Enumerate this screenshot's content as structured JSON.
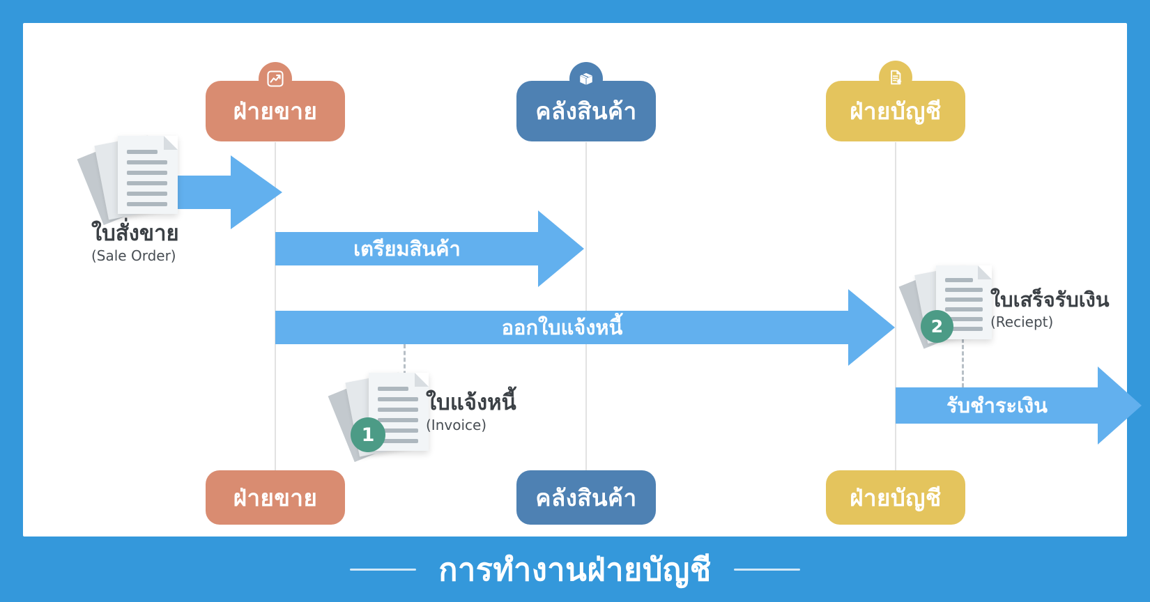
{
  "title": "การทำงานฝ่ายบัญชี",
  "colors": {
    "frame_blue": "#3498DB",
    "canvas_white": "#FFFFFF",
    "lane_sales": "#D98C71",
    "lane_warehouse": "#4E81B3",
    "lane_accounting": "#E4C45D",
    "arrow_blue": "#62B0EE",
    "badge_green": "#4C9B86",
    "label_text": "#3B4045"
  },
  "lanes": [
    {
      "id": "sales",
      "label": "ฝ่ายขาย",
      "icon": "trend-chart-icon",
      "color": "#D98C71"
    },
    {
      "id": "warehouse",
      "label": "คลังสินค้า",
      "icon": "package-box-icon",
      "color": "#4E81B3"
    },
    {
      "id": "accounting",
      "label": "ฝ่ายบัญชี",
      "icon": "document-gear-icon",
      "color": "#E4C45D"
    }
  ],
  "documents": [
    {
      "id": "sale-order",
      "title": "ใบสั่งขาย",
      "subtitle": "(Sale Order)",
      "badge": ""
    },
    {
      "id": "invoice",
      "title": "ใบแจ้งหนี้",
      "subtitle": "(Invoice)",
      "badge": "1"
    },
    {
      "id": "receipt",
      "title": "ใบเสร็จรับเงิน",
      "subtitle": "(Reciept)",
      "badge": "2"
    }
  ],
  "flows": [
    {
      "id": "sale-order-in",
      "from": "sale-order-document",
      "to": "sales",
      "label": ""
    },
    {
      "id": "prepare-goods",
      "from": "sales",
      "to": "warehouse",
      "label": "เตรียมสินค้า"
    },
    {
      "id": "issue-invoice",
      "from": "sales",
      "to": "accounting",
      "label": "ออกใบแจ้งหนี้"
    },
    {
      "id": "receive-payment",
      "from": "accounting",
      "to": "out",
      "label": "รับชำระเงิน"
    }
  ]
}
